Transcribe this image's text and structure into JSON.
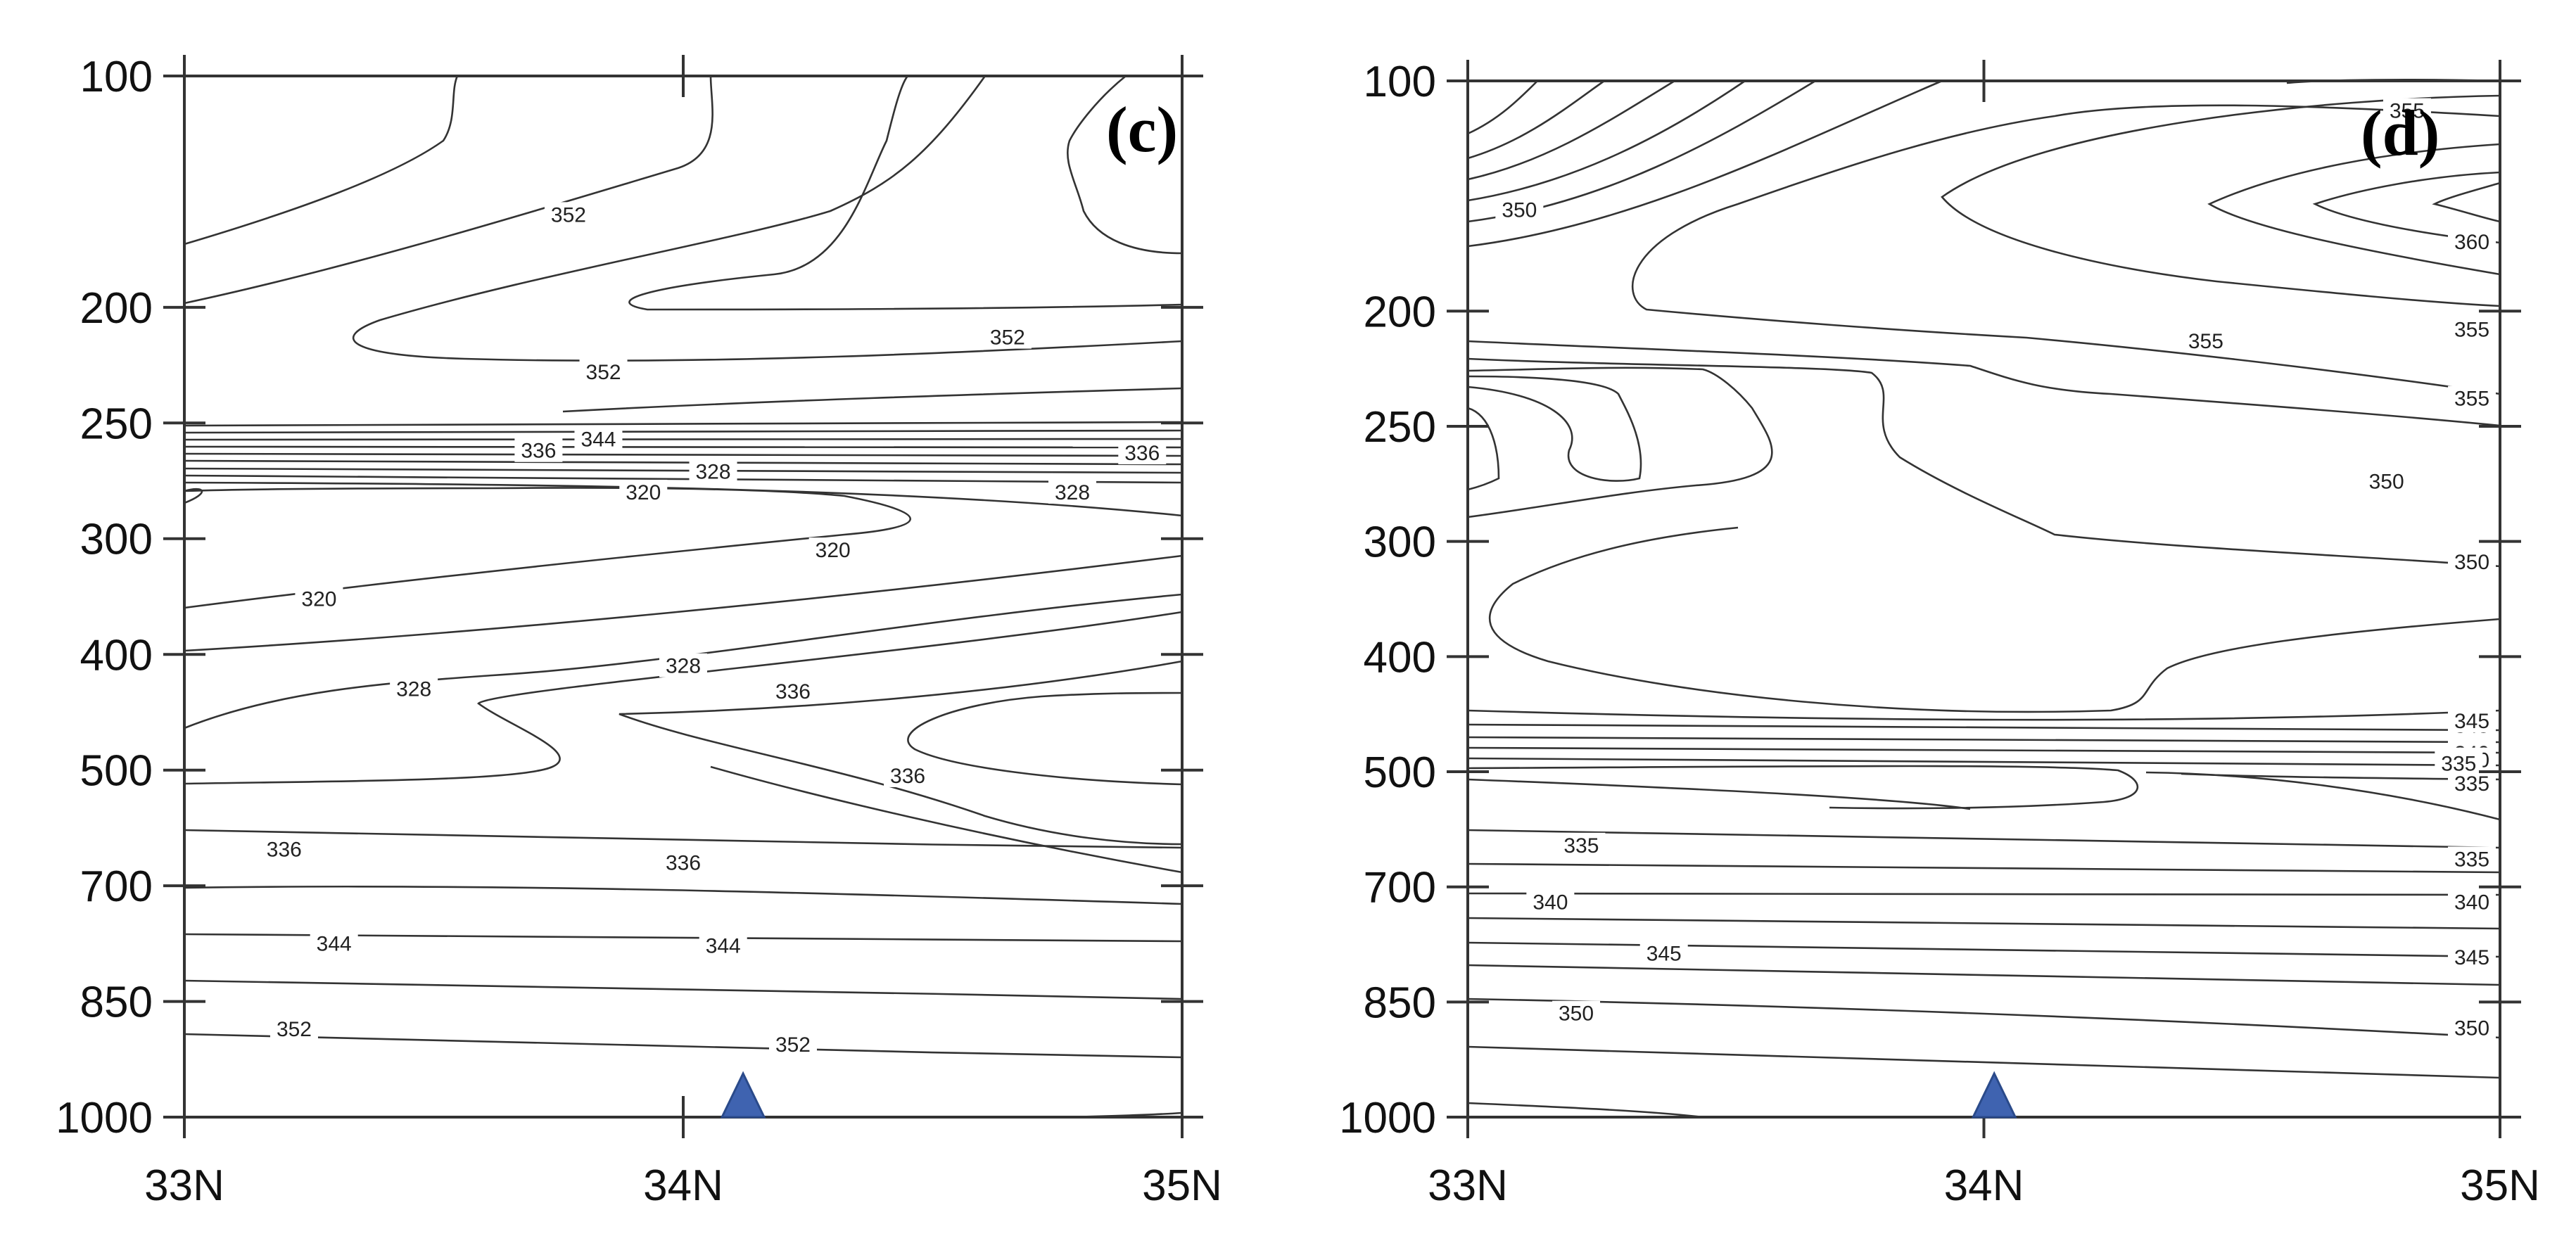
{
  "chart_data": [
    {
      "type": "contour",
      "panel_label": "(c)",
      "x_ticks": [
        "33N",
        "34N",
        "35N"
      ],
      "y_ticks": [
        "100",
        "200",
        "250",
        "300",
        "400",
        "500",
        "700",
        "850",
        "1000"
      ],
      "x_range": [
        33,
        35
      ],
      "y_axis": "pressure (hPa), log-like, reversed",
      "marker": {
        "shape": "triangle",
        "x": 34.12,
        "y": 1000,
        "color": "#3f63b0"
      },
      "contour_labels": [
        {
          "text": "352",
          "x": 33.77,
          "y": 160
        },
        {
          "text": "352",
          "x": 33.84,
          "y": 228
        },
        {
          "text": "352",
          "x": 34.65,
          "y": 213
        },
        {
          "text": "344",
          "x": 33.83,
          "y": 257
        },
        {
          "text": "336",
          "x": 33.71,
          "y": 262
        },
        {
          "text": "328",
          "x": 34.06,
          "y": 271
        },
        {
          "text": "320",
          "x": 33.92,
          "y": 280
        },
        {
          "text": "336",
          "x": 34.92,
          "y": 263
        },
        {
          "text": "328",
          "x": 34.78,
          "y": 280
        },
        {
          "text": "320",
          "x": 34.3,
          "y": 310
        },
        {
          "text": "320",
          "x": 33.27,
          "y": 352
        },
        {
          "text": "328",
          "x": 33.46,
          "y": 430
        },
        {
          "text": "328",
          "x": 34.0,
          "y": 410
        },
        {
          "text": "336",
          "x": 34.22,
          "y": 432
        },
        {
          "text": "336",
          "x": 34.45,
          "y": 510
        },
        {
          "text": "336",
          "x": 33.2,
          "y": 637
        },
        {
          "text": "336",
          "x": 34.0,
          "y": 660
        },
        {
          "text": "344",
          "x": 33.3,
          "y": 775
        },
        {
          "text": "344",
          "x": 34.08,
          "y": 778
        },
        {
          "text": "352",
          "x": 33.22,
          "y": 886
        },
        {
          "text": "352",
          "x": 34.22,
          "y": 906
        }
      ]
    },
    {
      "type": "contour",
      "panel_label": "(d)",
      "x_ticks": [
        "33N",
        "34N",
        "35N"
      ],
      "y_ticks": [
        "100",
        "200",
        "250",
        "300",
        "400",
        "500",
        "700",
        "850",
        "1000"
      ],
      "x_range": [
        33,
        35
      ],
      "y_axis": "pressure (hPa), log-like, reversed",
      "marker": {
        "shape": "triangle",
        "x": 34.02,
        "y": 1000,
        "color": "#3f63b0"
      },
      "contour_labels": [
        {
          "text": "355",
          "x": 34.82,
          "y": 113
        },
        {
          "text": "350",
          "x": 33.1,
          "y": 156
        },
        {
          "text": "360",
          "x": 35.18,
          "y": 170
        },
        {
          "text": "355",
          "x": 34.43,
          "y": 213
        },
        {
          "text": "355",
          "x": 34.98,
          "y": 208
        },
        {
          "text": "355",
          "x": 35.86,
          "y": 238
        },
        {
          "text": "350",
          "x": 34.78,
          "y": 274
        },
        {
          "text": "350",
          "x": 35.54,
          "y": 318
        },
        {
          "text": "345",
          "x": 35.21,
          "y": 460
        },
        {
          "text": "345",
          "x": 35.71,
          "y": 456
        },
        {
          "text": "340",
          "x": 35.0,
          "y": 484
        },
        {
          "text": "340",
          "x": 35.62,
          "y": 490
        },
        {
          "text": "335",
          "x": 34.92,
          "y": 493
        },
        {
          "text": "335",
          "x": 35.82,
          "y": 521
        },
        {
          "text": "335",
          "x": 33.22,
          "y": 628
        },
        {
          "text": "335",
          "x": 35.25,
          "y": 652
        },
        {
          "text": "340",
          "x": 33.16,
          "y": 720
        },
        {
          "text": "340",
          "x": 34.99,
          "y": 720
        },
        {
          "text": "345",
          "x": 33.38,
          "y": 787
        },
        {
          "text": "345",
          "x": 35.0,
          "y": 792
        },
        {
          "text": "350",
          "x": 33.21,
          "y": 865
        },
        {
          "text": "350",
          "x": 35.21,
          "y": 884
        }
      ]
    }
  ]
}
